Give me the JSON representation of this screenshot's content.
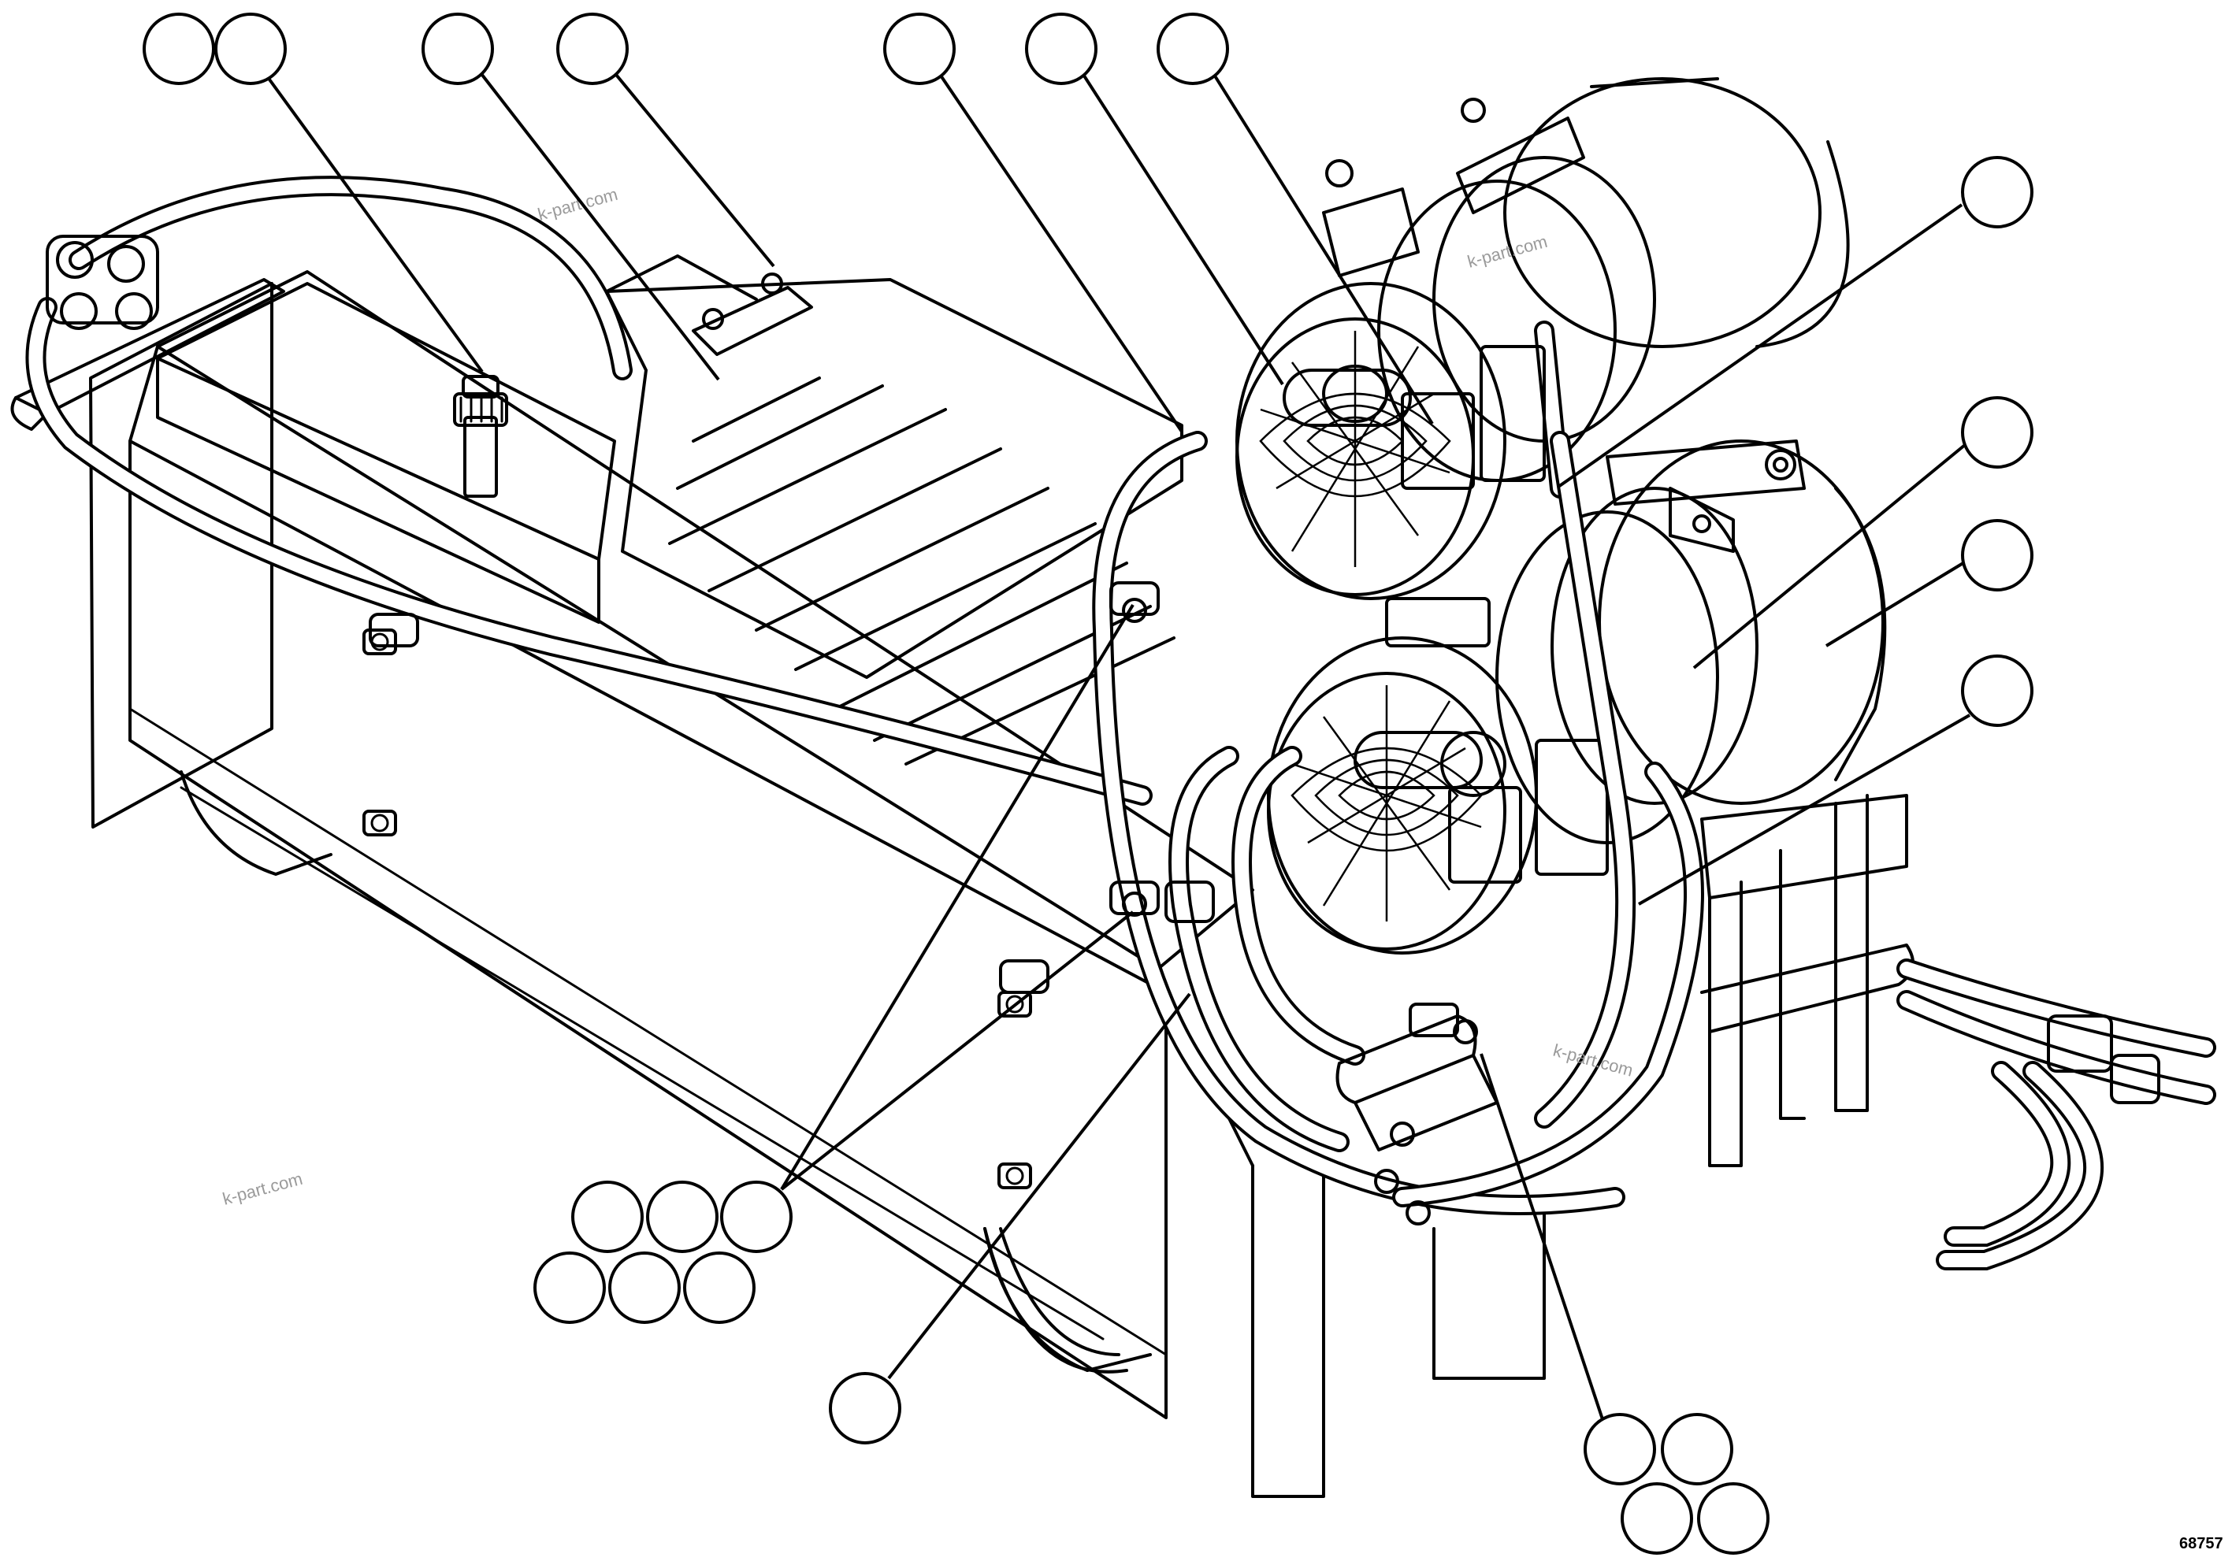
{
  "figure": {
    "number": "68757",
    "watermarks": [
      "k-part.com",
      "k-part.com",
      "k-part.com",
      "k-part.com"
    ]
  },
  "callouts": [
    {
      "id": "c1",
      "label": ""
    },
    {
      "id": "c2",
      "label": ""
    },
    {
      "id": "c3",
      "label": ""
    },
    {
      "id": "c4",
      "label": ""
    },
    {
      "id": "c5",
      "label": ""
    },
    {
      "id": "c6",
      "label": ""
    },
    {
      "id": "c7",
      "label": ""
    },
    {
      "id": "c8",
      "label": ""
    },
    {
      "id": "c9",
      "label": ""
    },
    {
      "id": "c10",
      "label": ""
    },
    {
      "id": "c11",
      "label": ""
    },
    {
      "id": "c12",
      "label": ""
    },
    {
      "id": "c13",
      "label": ""
    },
    {
      "id": "c14",
      "label": ""
    },
    {
      "id": "c15",
      "label": ""
    },
    {
      "id": "c16",
      "label": ""
    },
    {
      "id": "c17",
      "label": ""
    },
    {
      "id": "c18",
      "label": ""
    },
    {
      "id": "c19",
      "label": ""
    },
    {
      "id": "c20",
      "label": ""
    },
    {
      "id": "c21",
      "label": ""
    },
    {
      "id": "c22",
      "label": ""
    }
  ]
}
